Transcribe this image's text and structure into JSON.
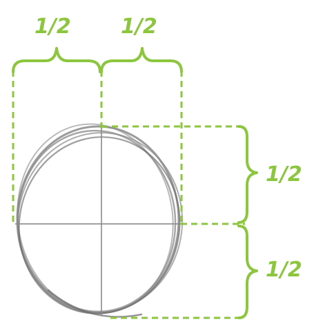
{
  "figure": {
    "labels": {
      "top_left": "1/2",
      "top_right": "1/2",
      "right_upper": "1/2",
      "right_lower": "1/2"
    },
    "colors": {
      "accent": "#8cc63f",
      "sketch": "#8a8a8a",
      "sketch_dark": "#6b6b6b",
      "background": "#ffffff"
    }
  }
}
